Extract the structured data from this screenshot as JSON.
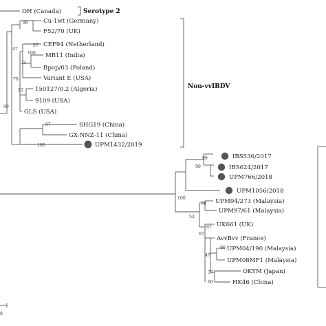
{
  "colors": {
    "branch": "#555555",
    "text": "#222222",
    "marker": "#555555",
    "background": "#ffffff"
  },
  "groups": {
    "serotype2": "Serotype 2",
    "non_vv": "Non-vvIBDV"
  },
  "taxa": {
    "oh": "OH (Canada)",
    "cu1wt": "Cu-1wt (Germany)",
    "f52": "F52/70 (UK)",
    "cef94": "CEF94 (Netherland)",
    "mb11": "MB11 (India)",
    "bpop": "Bpop/03 (Poland)",
    "variante": "Variant E (USA)",
    "alg": "150127/0.2 (Algeria)",
    "usa9109": "9109 (USA)",
    "gls": "GLS (USA)",
    "shg19": "SHG19 (China)",
    "gxnnz": "GX-NNZ-11 (China)",
    "upm1432": "UPM1432/2019",
    "ibs536": "IBS536/2017",
    "ibs624": "IBS624/2017",
    "upm766": "UPM766/2018",
    "upm1056": "UPM1056/2018",
    "upm94": "UPM94/273 (Malaysia)",
    "upm97": "UPM97/61 (Malaysia)",
    "uk661": "UK661 (UK)",
    "avvbvv": "AvvBvv (France)",
    "upm04": "UPM04/190 (Malaysia)",
    "upm08": "UPM08MF1 (Malaysia)",
    "okym": "OKYM (Japan)",
    "hk46": "HK46 (China)"
  },
  "bootstrap": {
    "b99a": "99",
    "b47": "47",
    "b57": "57",
    "b100a": "100",
    "b33": "33",
    "b70": "70",
    "b12": "12",
    "b99b": "99",
    "b97": "97",
    "b100b": "100",
    "b99c": "99",
    "b90": "90",
    "b100c": "100",
    "b53": "53",
    "b79": "79",
    "b67a": "67",
    "b67b": "67",
    "b96": "96",
    "b47b": "47",
    "b37": "37",
    "b60": "60"
  },
  "scale": {
    "label": "0"
  }
}
